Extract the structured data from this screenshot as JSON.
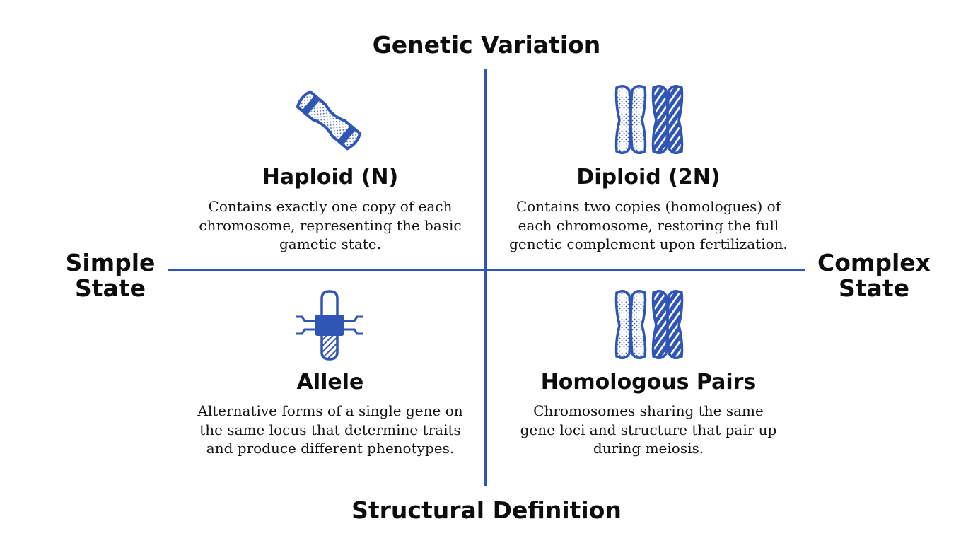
{
  "axes": {
    "top": "Genetic Variation",
    "bottom": "Structural Definition",
    "left": [
      "Simple",
      "State"
    ],
    "right": [
      "Complex",
      "State"
    ]
  },
  "quadrants": [
    {
      "title": "Haploid (N)",
      "description_lines": [
        "Contains exactly one copy of each",
        "chromosome, representing the basic",
        "gametic state."
      ],
      "icon": "single-chromosome-icon"
    },
    {
      "title": "Diploid (2N)",
      "description_lines": [
        "Contains two copies (homologues) of",
        "each chromosome, restoring the full",
        "genetic complement upon fertilization."
      ],
      "icon": "chromosome-pair-icon"
    },
    {
      "title": "Allele",
      "description_lines": [
        "Alternative forms of a single gene on",
        "the same locus that determine traits",
        "and produce different phenotypes."
      ],
      "icon": "gene-locus-icon"
    },
    {
      "title": "Homologous Pairs",
      "description_lines": [
        "Chromosomes sharing the same",
        "gene loci and structure that pair up",
        "during meiosis."
      ],
      "icon": "homologous-pair-icon"
    }
  ],
  "colors": {
    "accent": "#2f55b5",
    "text": "#0d0d0d",
    "background": "#ffffff"
  }
}
